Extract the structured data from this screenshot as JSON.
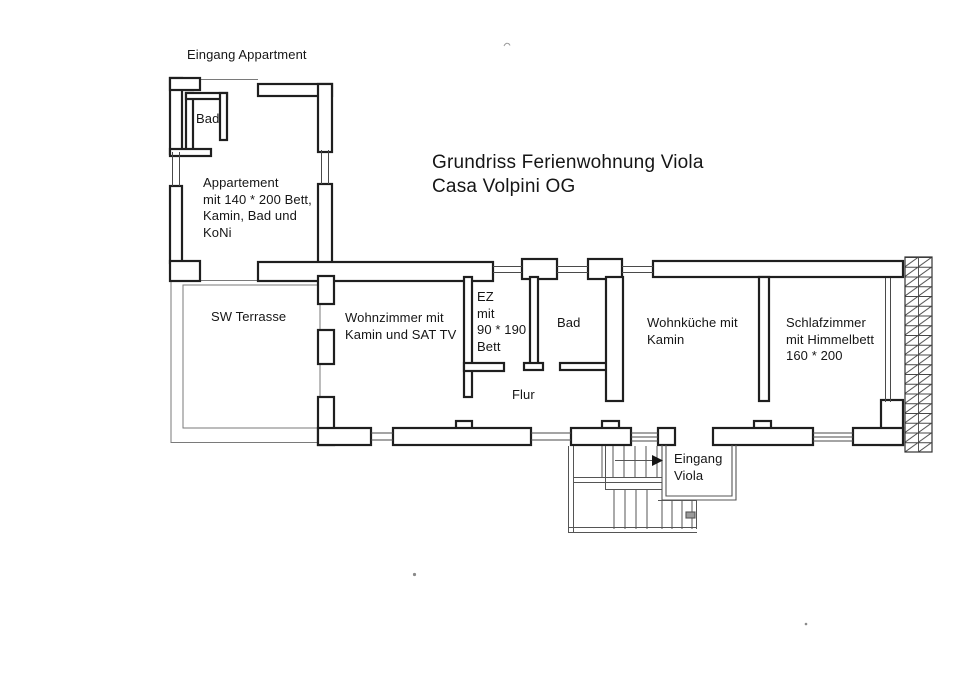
{
  "title": {
    "line1": "Grundriss Ferienwohnung Viola",
    "line2": "Casa Volpini OG"
  },
  "labels": {
    "eingang_appartment": "Eingang Appartment",
    "bad_upper": "Bad",
    "appartement": "Appartement\nmit 140 * 200 Bett,\nKamin, Bad und\nKoNi",
    "sw_terrasse": "SW Terrasse",
    "wohnzimmer": "Wohnzimmer mit\nKamin und SAT TV",
    "ez": "EZ\nmit\n90 * 190\nBett",
    "bad": "Bad",
    "flur": "Flur",
    "wohnkueche": "Wohnküche mit\nKamin",
    "schlafzimmer": "Schlafzimmer\nmit Himmelbett\n160 * 200",
    "eingang_viola": "Eingang\nViola"
  },
  "icons": {
    "stair_direction_arrow": "right-arrow"
  },
  "colors": {
    "wall_line": "#1f1f1f",
    "thin_line": "#555555",
    "text": "#161616",
    "background": "#ffffff"
  }
}
